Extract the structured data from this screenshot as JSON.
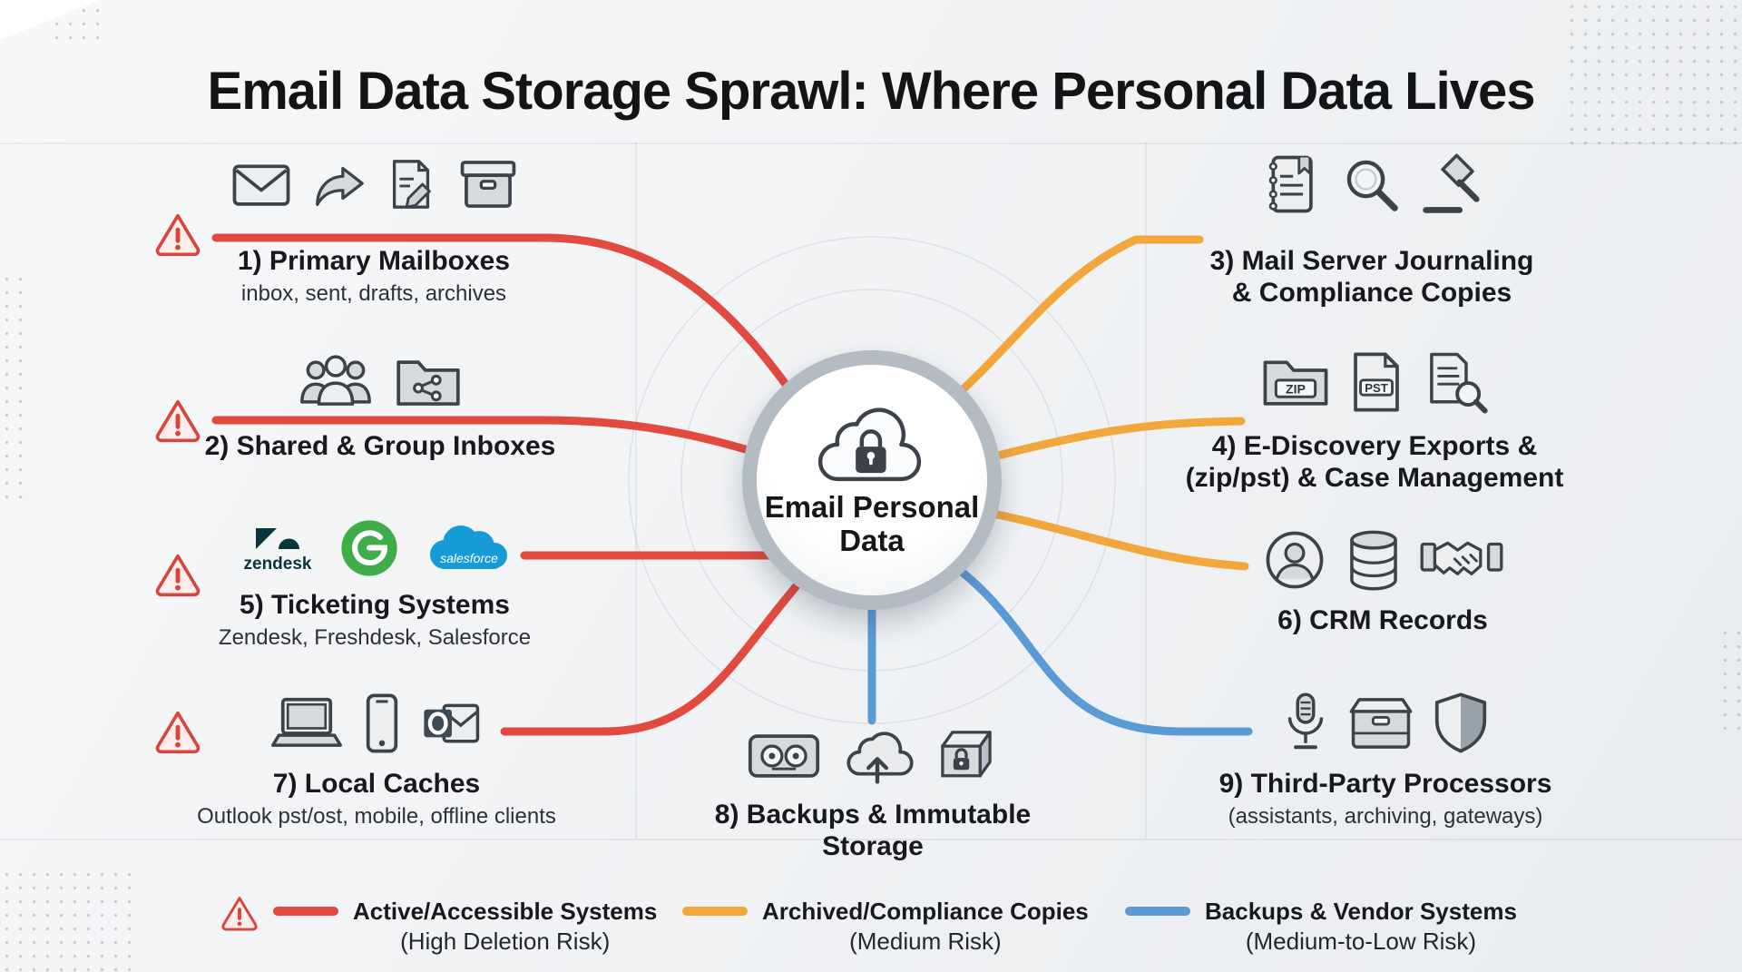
{
  "title": "Email Data Storage Sprawl: Where Personal Data Lives",
  "hub": {
    "label": "Email Personal\nData",
    "icon": "cloud-lock-icon"
  },
  "nodes": [
    {
      "title": "1) Primary Mailboxes",
      "subtitle": "inbox, sent, drafts, archives",
      "risk": "high",
      "icons": [
        "envelope-icon",
        "forward-arrow-icon",
        "compose-document-icon",
        "archive-box-icon"
      ]
    },
    {
      "title": "2) Shared & Group Inboxes",
      "subtitle": "",
      "risk": "high",
      "icons": [
        "people-group-icon",
        "shared-folder-icon"
      ]
    },
    {
      "title": "3) Mail Server Journaling\n& Compliance Copies",
      "subtitle": "",
      "risk": "medium",
      "icons": [
        "journal-icon",
        "magnifier-icon",
        "gavel-icon"
      ]
    },
    {
      "title": "4) E-Discovery Exports &\n(zip/pst) & Case Management",
      "subtitle": "",
      "risk": "medium",
      "icons": [
        "zip-folder-icon",
        "pst-file-icon",
        "document-search-icon"
      ]
    },
    {
      "title": "5) Ticketing Systems",
      "subtitle": "Zendesk, Freshdesk, Salesforce",
      "risk": "high",
      "icons": [
        "zendesk-logo",
        "freshdesk-logo",
        "salesforce-logo"
      ]
    },
    {
      "title": "6) CRM Records",
      "subtitle": "",
      "risk": "medium",
      "icons": [
        "contact-avatar-icon",
        "database-icon",
        "handshake-icon"
      ]
    },
    {
      "title": "7) Local Caches",
      "subtitle": "Outlook pst/ost, mobile, offline clients",
      "risk": "high",
      "icons": [
        "laptop-icon",
        "smartphone-icon",
        "outlook-icon"
      ]
    },
    {
      "title": "8) Backups & Immutable Storage",
      "subtitle": "",
      "risk": "backup",
      "icons": [
        "tape-backup-icon",
        "cloud-upload-icon",
        "locked-box-icon"
      ]
    },
    {
      "title": "9) Third-Party Processors",
      "subtitle": "(assistants, archiving, gateways)",
      "risk": "backup",
      "icons": [
        "microphone-icon",
        "storage-box-icon",
        "shield-icon"
      ]
    }
  ],
  "brands": {
    "zendesk": "zendesk",
    "salesforce": "salesforce",
    "zip": "ZIP",
    "pst": "PST"
  },
  "legend": [
    {
      "label": "Active/Accessible Systems",
      "sub": "(High Deletion Risk)",
      "color": "#e2493f",
      "warning": true
    },
    {
      "label": "Archived/Compliance Copies",
      "sub": "(Medium Risk)",
      "color": "#f2a73d",
      "warning": false
    },
    {
      "label": "Backups & Vendor Systems",
      "sub": "(Medium-to-Low Risk)",
      "color": "#5b9bd5",
      "warning": false
    }
  ],
  "colors": {
    "high_risk": "#e2493f",
    "medium_risk": "#f2a73d",
    "backup_vendor": "#5b9bd5"
  }
}
